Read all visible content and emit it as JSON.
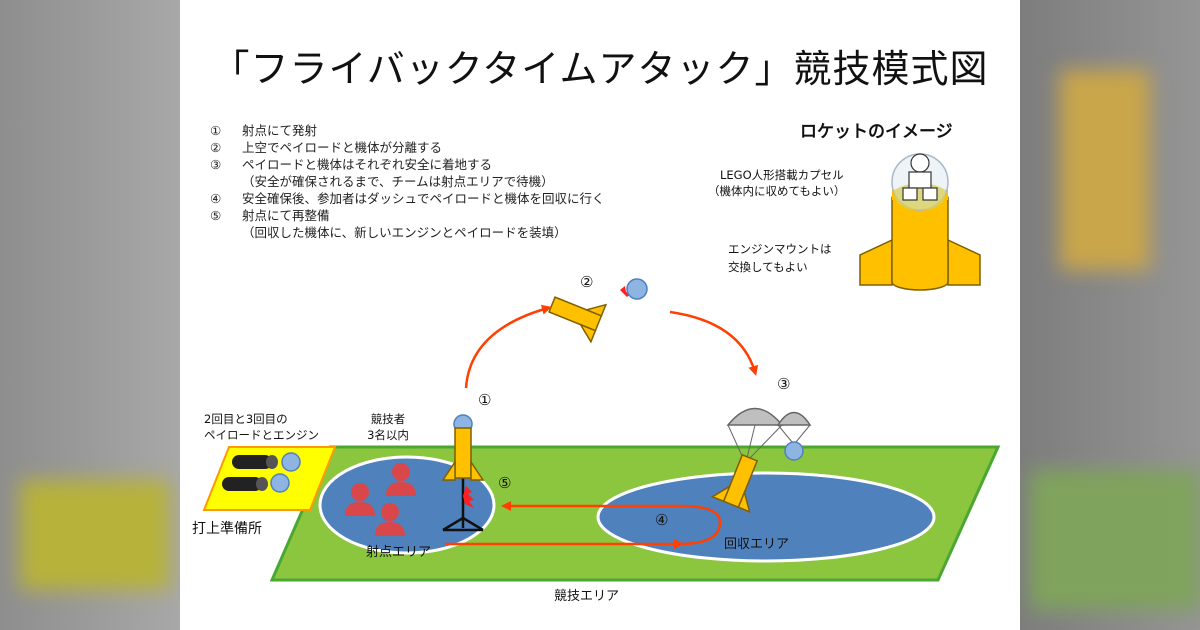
{
  "title": "「フライバックタイムアタック」競技模式図",
  "steps": [
    {
      "num": "①",
      "text": "射点にて発射",
      "sub": ""
    },
    {
      "num": "②",
      "text": "上空でペイロードと機体が分離する",
      "sub": ""
    },
    {
      "num": "③",
      "text": "ペイロードと機体はそれぞれ安全に着地する",
      "sub": "（安全が確保されるまで、チームは射点エリアで待機）"
    },
    {
      "num": "④",
      "text": "安全確保後、参加者はダッシュでペイロードと機体を回収に行く",
      "sub": ""
    },
    {
      "num": "⑤",
      "text": "射点にて再整備",
      "sub": "（回収した機体に、新しいエンジンとペイロードを装填）"
    }
  ],
  "rocket_image": {
    "heading": "ロケットのイメージ",
    "capsule_line1": "LEGO人形搭載カプセル",
    "capsule_line2": "（機体内に収めてもよい）",
    "engine_line1": "エンジンマウントは",
    "engine_line2": "交換してもよい"
  },
  "field": {
    "prep_line1": "2回目と3回目の",
    "prep_line2": "ペイロードとエンジン",
    "prep_area": "打上準備所",
    "competitors_line1": "競技者",
    "competitors_line2": "3名以内",
    "launch_area": "射点エリア",
    "recovery_area": "回収エリア",
    "competition_area": "競技エリア"
  },
  "markers": {
    "m1": "①",
    "m2": "②",
    "m3": "③",
    "m4": "④",
    "m5": "⑤"
  },
  "colors": {
    "field_green": "#8cc63f",
    "field_border": "#4aa832",
    "area_blue": "#4f81bd",
    "rocket_yellow": "#ffc000",
    "prep_yellow": "#ffff00",
    "arrow_red": "#ff4000",
    "person_red": "#d9474a",
    "ball_blue": "#8db4e2"
  }
}
